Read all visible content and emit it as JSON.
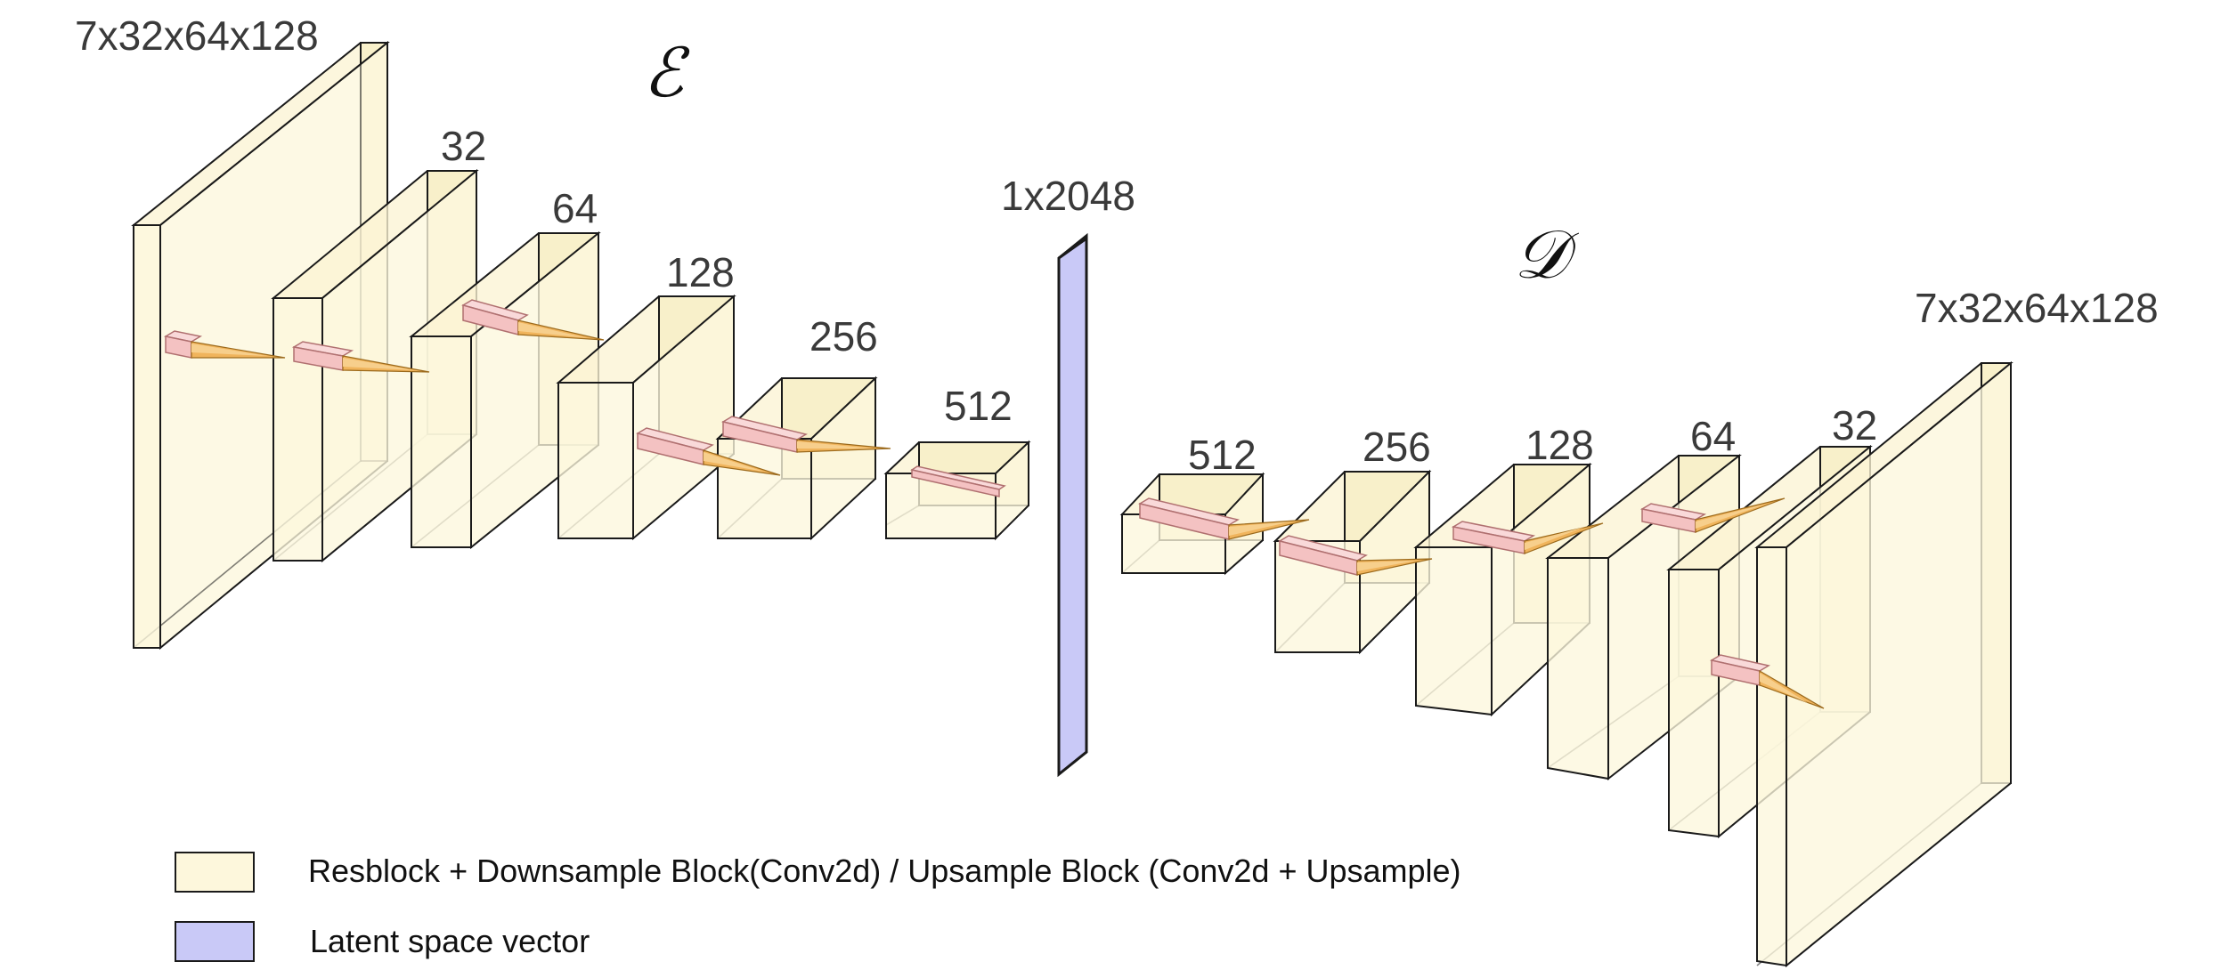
{
  "encoder": {
    "symbol": "ℰ",
    "input_label": "7x32x64x128",
    "block_labels": [
      "32",
      "64",
      "128",
      "256",
      "512"
    ]
  },
  "latent": {
    "label": "1x2048"
  },
  "decoder": {
    "symbol": "𝒟",
    "block_labels": [
      "512",
      "256",
      "128",
      "64",
      "32"
    ],
    "output_label": "7x32x64x128"
  },
  "legend": {
    "items": [
      {
        "label": "Resblock + Downsample Block(Conv2d) / Upsample Block (Conv2d + Upsample)",
        "color": "#fdf7dc"
      },
      {
        "label": "Latent space vector",
        "color": "#c9c9f7"
      }
    ]
  },
  "colors": {
    "block_fill": "#fdf7dc",
    "latent_fill": "#c9c9f7",
    "kernel_fill": "#f4c2c2",
    "cone_fill": "#f0b45c"
  }
}
